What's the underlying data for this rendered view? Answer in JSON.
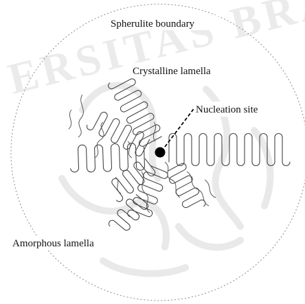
{
  "labels": {
    "spherulite_boundary": "Spherulite boundary",
    "crystalline_lamella": "Crystalline lamella",
    "nucleation_site": "Nucleation site",
    "amorphous_lamella": "Amorphous lamella"
  },
  "watermark": {
    "text": "ERSITAS BRA"
  },
  "colors": {
    "line": "#444444",
    "boundary": "#8a8a8a",
    "nucleus": "#000000",
    "watermark": "#e9e9e9"
  }
}
